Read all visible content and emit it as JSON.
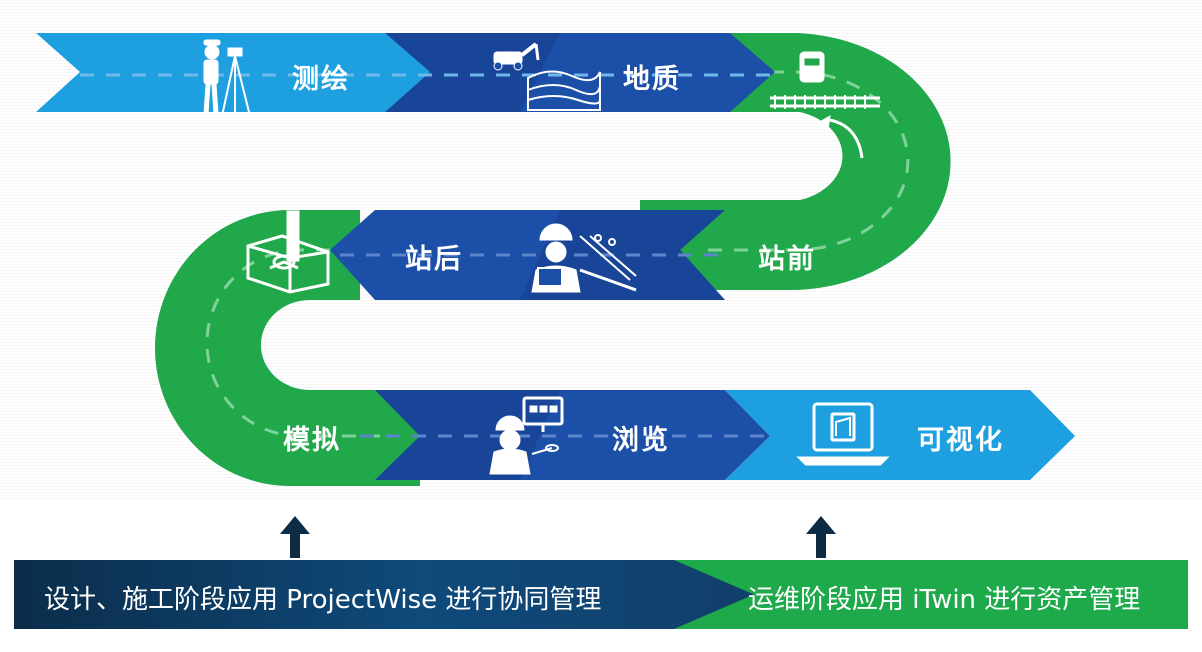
{
  "stages": {
    "survey": "测绘",
    "geology": "地质",
    "station_front": "站前",
    "station_back": "站后",
    "simulate": "模拟",
    "browse": "浏览",
    "visualize": "可视化"
  },
  "icons": {
    "survey": "surveyor-icon",
    "geology": "excavator-geology-icon",
    "rail": "railway-track-icon",
    "engineer": "engineer-computer-icon",
    "box": "box-scan-icon",
    "viewer": "user-screen-icon",
    "laptop": "laptop-building-icon"
  },
  "bottom": {
    "left_text": "设计、施工阶段应用 ProjectWise 进行协同管理",
    "right_text": "运维阶段应用 iTwin 进行资产管理"
  },
  "colors": {
    "light_blue": "#1ea0e0",
    "dark_blue": "#1c4fa8",
    "green": "#20a84a",
    "navy": "#0b2d4a",
    "arrow": "#0d2c44"
  }
}
